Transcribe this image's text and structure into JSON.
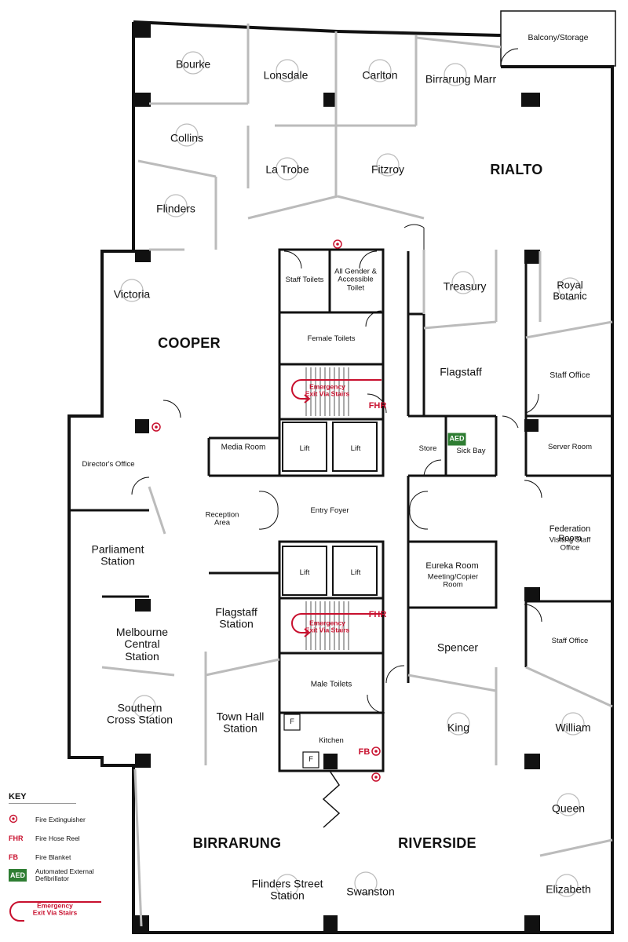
{
  "rooms": {
    "bourke": "Bourke",
    "lonsdale": "Lonsdale",
    "carlton": "Carlton",
    "birrarung_marr": "Birrarung Marr",
    "balcony": "Balcony/Storage",
    "collins": "Collins",
    "la_trobe": "La Trobe",
    "fitzroy": "Fitzroy",
    "flinders": "Flinders",
    "victoria": "Victoria",
    "staff_toilets": "Staff Toilets",
    "all_gender": "All Gender &\nAccessible\nToilet",
    "female_toilets": "Female Toilets",
    "treasury": "Treasury",
    "royal_botanic": "Royal Botanic",
    "flagstaff_room": "Flagstaff",
    "staff_office_1": "Staff Office",
    "directors_office": "Director's Office",
    "media_room": "Media Room",
    "lift_1": "Lift",
    "lift_2": "Lift",
    "lift_3": "Lift",
    "lift_4": "Lift",
    "store": "Store",
    "sick_bay": "Sick Bay",
    "server_room": "Server Room",
    "reception": "Reception\nArea",
    "entry_foyer": "Entry Foyer",
    "federation_room": "Federation Room",
    "visiting_staff": "Visiting Staff Office",
    "parliament": "Parliament\nStation",
    "eureka": "Eureka Room",
    "meeting_copier": "Meeting/Copier\nRoom",
    "melbourne_central": "Melbourne\nCentral\nStation",
    "flagstaff_station": "Flagstaff\nStation",
    "spencer": "Spencer",
    "staff_office_2": "Staff Office",
    "male_toilets": "Male Toilets",
    "southern_cross": "Southern\nCross Station",
    "town_hall": "Town Hall\nStation",
    "kitchen": "Kitchen",
    "fridge_1": "F",
    "fridge_2": "F",
    "king": "King",
    "william": "William",
    "queen": "Queen",
    "flinders_street": "Flinders Street\nStation",
    "swanston": "Swanston",
    "elizabeth": "Elizabeth"
  },
  "zones": {
    "rialto": "RIALTO",
    "cooper": "COOPER",
    "birrarung": "BIRRARUNG",
    "riverside": "RIVERSIDE"
  },
  "markers": {
    "fhr_1": "FHR",
    "fhr_2": "FHR",
    "fb": "FB",
    "aed": "AED",
    "exit_1": "Emergency\nExit Via Stairs",
    "exit_2": "Emergency\nExit Via Stairs"
  },
  "key": {
    "title": "KEY",
    "items": [
      {
        "symbol": "",
        "label": "Fire Extinguisher"
      },
      {
        "symbol": "FHR",
        "label": "Fire Hose Reel"
      },
      {
        "symbol": "FB",
        "label": "Fire Blanket"
      },
      {
        "symbol": "AED",
        "label": "Automated External\nDefibrillator"
      },
      {
        "symbol": "",
        "label": "Emergency\nExit Via Stairs"
      }
    ]
  },
  "colors": {
    "wall": "#111111",
    "partition": "#bbbbbb",
    "safety_red": "#c8102e",
    "aed_green": "#2e7d32"
  }
}
